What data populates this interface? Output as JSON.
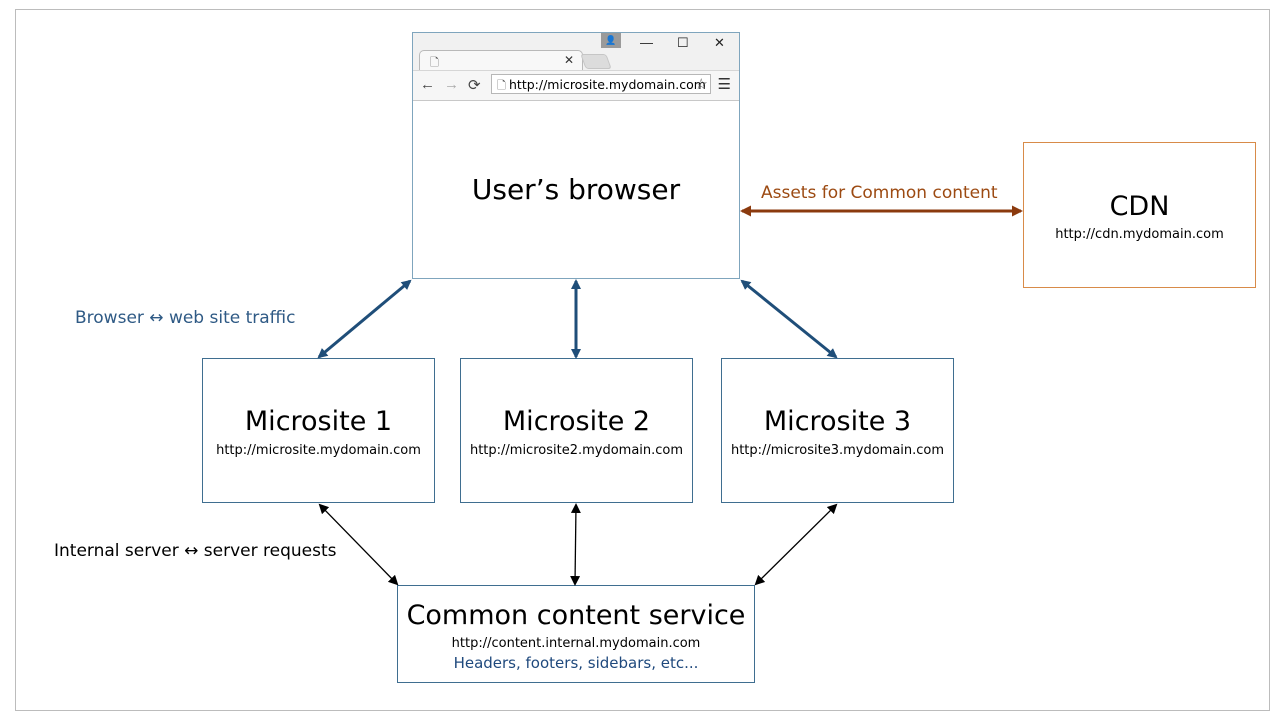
{
  "browser": {
    "title": "User’s browser",
    "address": "http://microsite.mydomain.com",
    "icons": [
      "page-icon",
      "close-icon",
      "profile-icon",
      "minimize-icon",
      "maximize-icon",
      "back-icon",
      "forward-icon",
      "reload-icon",
      "star-icon",
      "menu-icon"
    ]
  },
  "cdn": {
    "title": "CDN",
    "url": "http://cdn.mydomain.com"
  },
  "microsites": [
    {
      "title": "Microsite 1",
      "url": "http://microsite.mydomain.com"
    },
    {
      "title": "Microsite 2",
      "url": "http://microsite2.mydomain.com"
    },
    {
      "title": "Microsite 3",
      "url": "http://microsite3.mydomain.com"
    }
  ],
  "common": {
    "title": "Common content service",
    "url": "http://content.internal.mydomain.com",
    "subtitle": "Headers, footers, sidebars, etc..."
  },
  "labels": {
    "traffic": "Browser ↔ web site traffic",
    "internal": "Internal server ↔ server requests",
    "assets": "Assets for Common content"
  },
  "colors": {
    "browser_arrow": "#1f4e79",
    "cdn_arrow": "#8b3a0e",
    "server_arrow": "#000000",
    "cdn_border": "#d88b49",
    "box_border": "#3f6e90"
  }
}
